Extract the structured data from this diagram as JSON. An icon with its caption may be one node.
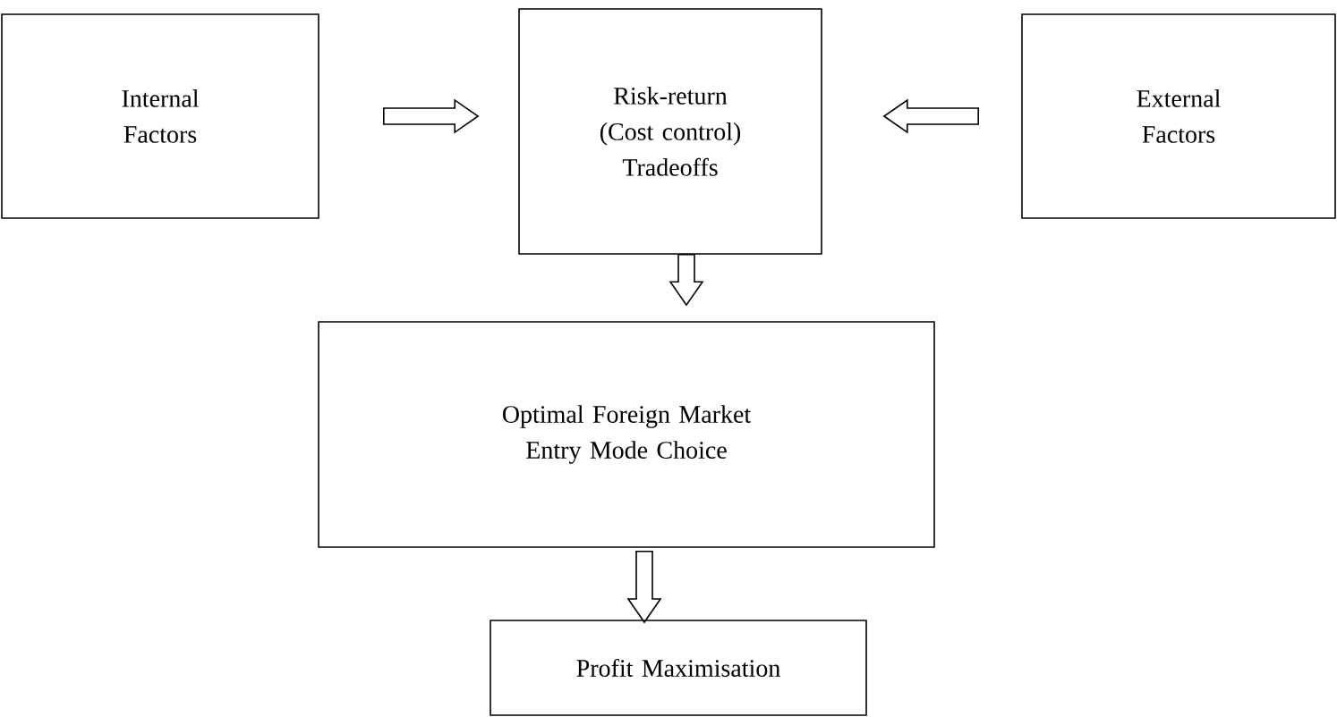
{
  "diagram": {
    "nodes": [
      {
        "text": [
          "Internal Factors"
        ]
      },
      {
        "text": [
          "Risk-return (Cost control) Tradeoffs"
        ]
      },
      {
        "text": [
          "External Factors"
        ]
      },
      {
        "text": [
          "Optimal Foreign Market Entry Mode Choice"
        ]
      },
      {
        "text": [
          "Profit Maximisation"
        ]
      }
    ],
    "edges": [
      {
        "from": 0,
        "to": 1,
        "arrow": "to"
      },
      {
        "from": 2,
        "to": 1,
        "arrow": "to"
      },
      {
        "from": 1,
        "to": 3,
        "arrow": "to"
      },
      {
        "from": 3,
        "to": 4,
        "arrow": "to"
      }
    ]
  }
}
